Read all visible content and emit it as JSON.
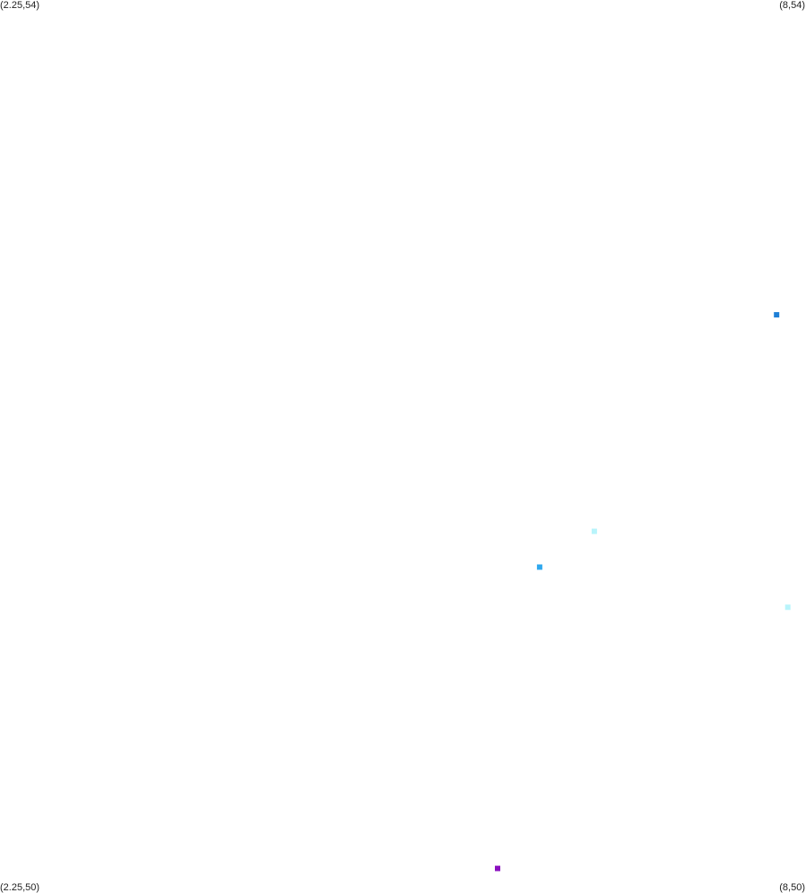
{
  "chart_data": {
    "type": "scatter",
    "title": "",
    "xlabel": "",
    "ylabel": "",
    "xlim": [
      2.25,
      8
    ],
    "ylim": [
      50,
      54
    ],
    "grid": false,
    "legend": "none",
    "marker": "square",
    "corner_labels": {
      "top_left": "(2.25,54)",
      "top_right": "(8,54)",
      "bottom_left": "(2.25,50)",
      "bottom_right": "(8,50)"
    },
    "points": [
      {
        "x": 7.79,
        "y": 52.59,
        "color": "#1e7fd6"
      },
      {
        "x": 6.49,
        "y": 51.62,
        "color": "#b8f4fb"
      },
      {
        "x": 6.1,
        "y": 51.46,
        "color": "#2fa8ee"
      },
      {
        "x": 7.87,
        "y": 51.28,
        "color": "#b8f4fb"
      },
      {
        "x": 5.8,
        "y": 50.11,
        "color": "#8a0fbf"
      }
    ]
  }
}
